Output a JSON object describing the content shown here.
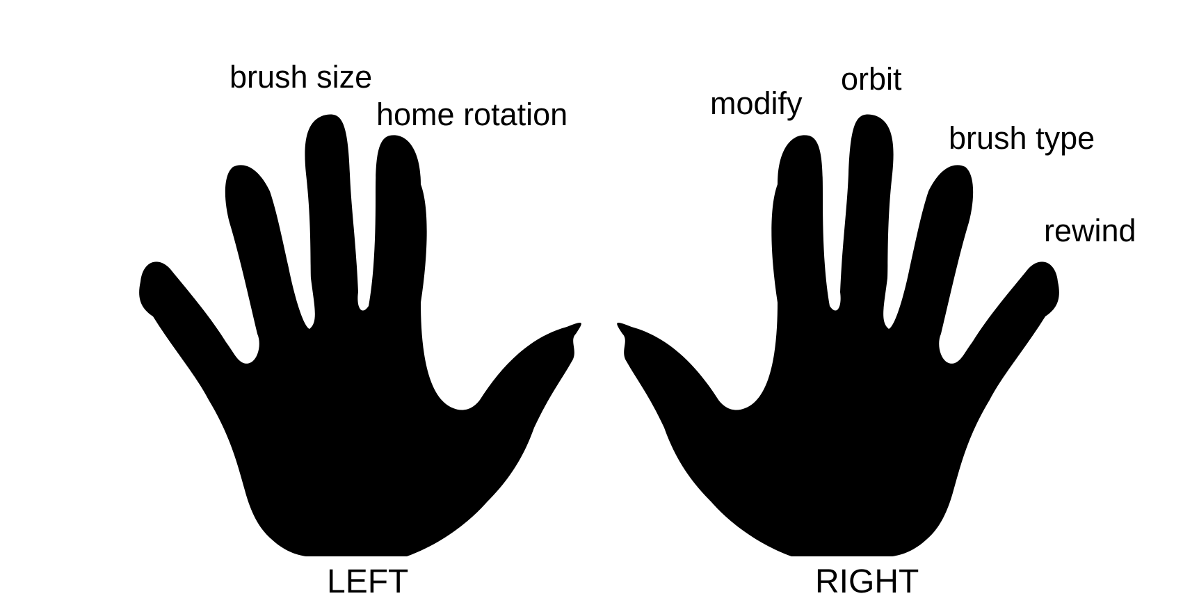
{
  "colors": {
    "background": "#ffffff",
    "hand": "#000000",
    "text": "#000000"
  },
  "left_hand": {
    "label": "LEFT",
    "fingers": {
      "ring": "brush size",
      "middle": "home rotation"
    }
  },
  "right_hand": {
    "label": "RIGHT",
    "fingers": {
      "index": "modify",
      "middle": "orbit",
      "ring": "brush type",
      "pinky": "rewind"
    }
  }
}
